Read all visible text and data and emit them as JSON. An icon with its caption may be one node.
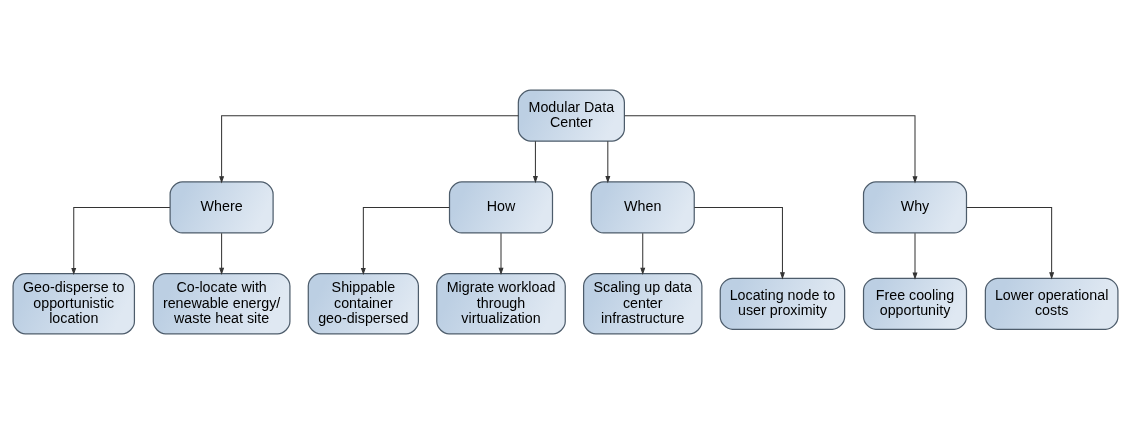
{
  "diagram": {
    "nodes": [
      {
        "text": [
          "Modular Data Center"
        ]
      },
      {
        "text": [
          "Where"
        ]
      },
      {
        "text": [
          "How"
        ]
      },
      {
        "text": [
          "When"
        ]
      },
      {
        "text": [
          "Why"
        ]
      },
      {
        "text": [
          "Geo-disperse to opportunistic location"
        ]
      },
      {
        "text": [
          "Co-locate with renewable energy/ waste heat site"
        ]
      },
      {
        "text": [
          "Shippable container geo-dispersed"
        ]
      },
      {
        "text": [
          "Migrate workload through virtualization"
        ]
      },
      {
        "text": [
          "Scaling up data center infrastructure"
        ]
      },
      {
        "text": [
          "Locating node to user proximity"
        ]
      },
      {
        "text": [
          "Free cooling opportunity"
        ]
      },
      {
        "text": [
          "Lower operational costs"
        ]
      }
    ],
    "edges": [
      {
        "from": 0,
        "to": 1,
        "arrow": "to"
      },
      {
        "from": 0,
        "to": 2,
        "arrow": "to"
      },
      {
        "from": 0,
        "to": 3,
        "arrow": "to"
      },
      {
        "from": 0,
        "to": 4,
        "arrow": "to"
      },
      {
        "from": 1,
        "to": 5,
        "arrow": "to"
      },
      {
        "from": 1,
        "to": 6,
        "arrow": "to"
      },
      {
        "from": 2,
        "to": 7,
        "arrow": "to"
      },
      {
        "from": 2,
        "to": 8,
        "arrow": "to"
      },
      {
        "from": 3,
        "to": 9,
        "arrow": "to"
      },
      {
        "from": 3,
        "to": 10,
        "arrow": "to"
      },
      {
        "from": 4,
        "to": 11,
        "arrow": "to"
      },
      {
        "from": 4,
        "to": 12,
        "arrow": "to"
      }
    ]
  }
}
